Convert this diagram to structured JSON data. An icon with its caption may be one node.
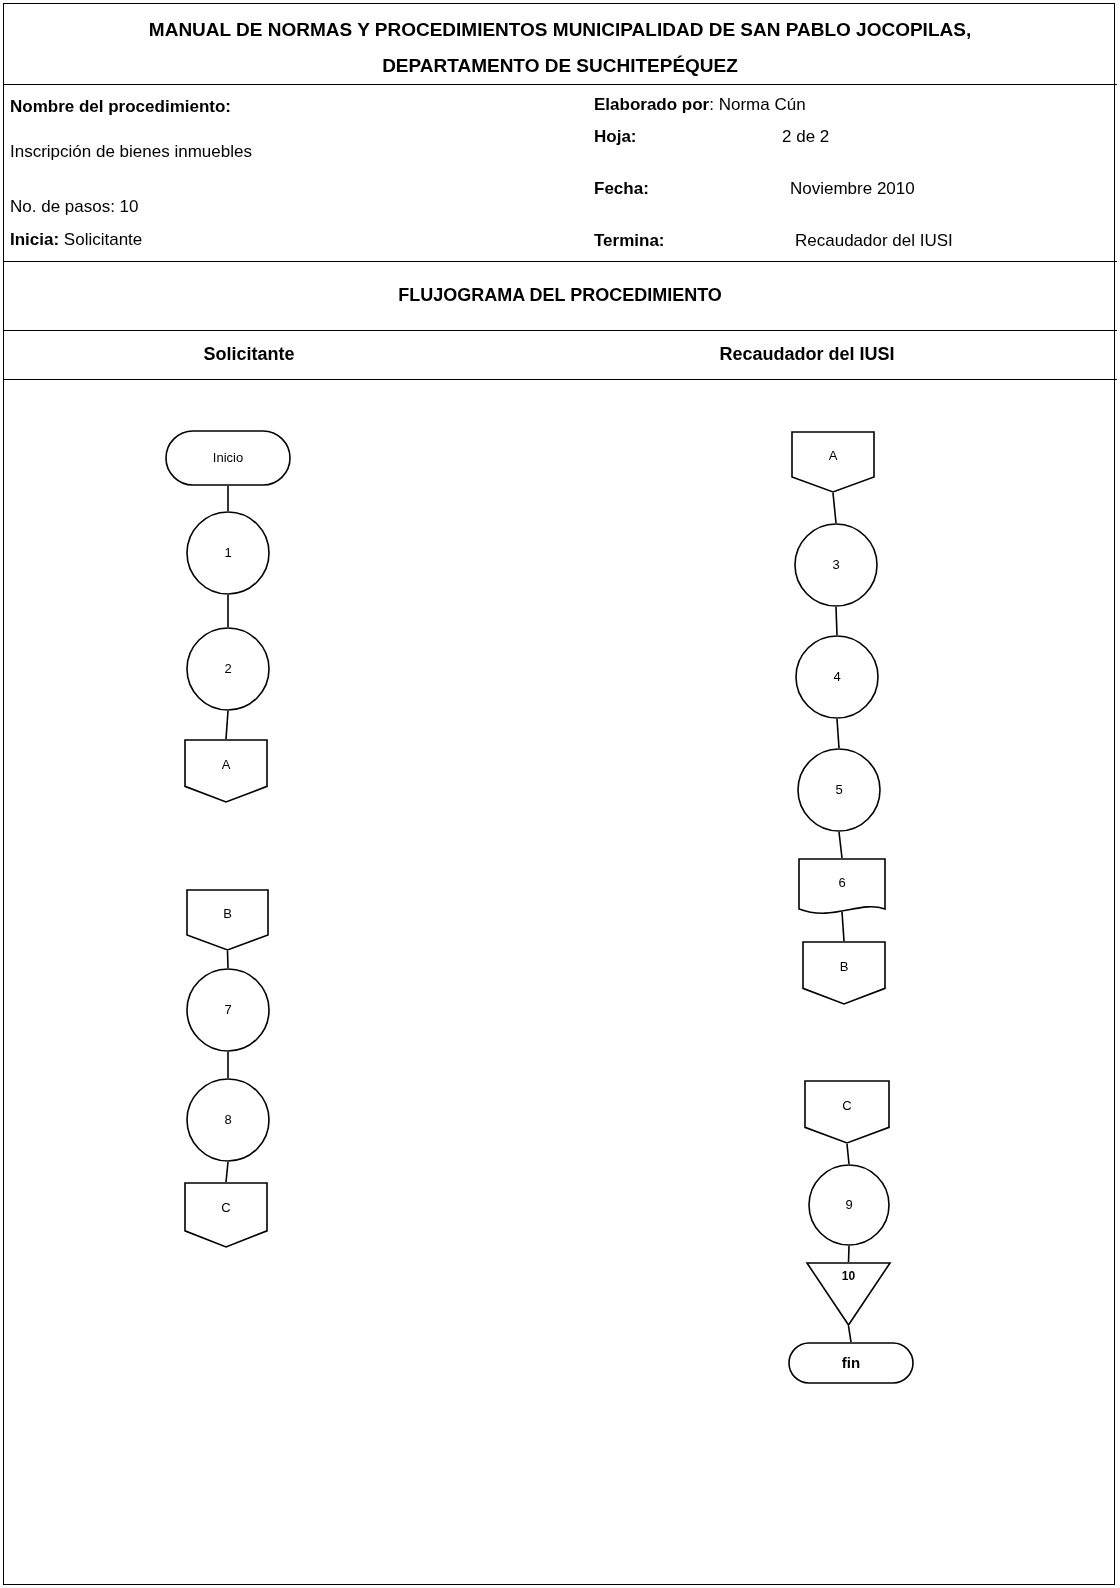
{
  "diagram": {
    "title": "MANUAL DE NORMAS Y PROCEDIMIENTOS  MUNICIPALIDAD DE SAN PABLO JOCOPILAS, DEPARTAMENTO DE SUCHITEPÉQUEZ",
    "nodes": [
      {
        "text": [
          "Inicio"
        ]
      },
      {
        "text": [
          "1"
        ]
      },
      {
        "text": [
          "2"
        ]
      },
      {
        "text": [
          "A"
        ]
      },
      {
        "text": [
          "B"
        ]
      },
      {
        "text": [
          "7"
        ]
      },
      {
        "text": [
          "8"
        ]
      },
      {
        "text": [
          "C"
        ]
      },
      {
        "text": [
          "A"
        ]
      },
      {
        "text": [
          "3"
        ]
      },
      {
        "text": [
          "4"
        ]
      },
      {
        "text": [
          "5"
        ]
      },
      {
        "text": [
          "6"
        ]
      },
      {
        "text": [
          "B"
        ]
      },
      {
        "text": [
          "C"
        ]
      },
      {
        "text": [
          "9"
        ]
      },
      {
        "text": [
          "10"
        ]
      },
      {
        "text": [
          "fin"
        ]
      }
    ],
    "edges": [
      {
        "from": 0,
        "to": 1,
        "arrow": "none"
      },
      {
        "from": 1,
        "to": 2,
        "arrow": "none"
      },
      {
        "from": 2,
        "to": 3,
        "arrow": "none"
      },
      {
        "from": 4,
        "to": 5,
        "arrow": "none"
      },
      {
        "from": 5,
        "to": 6,
        "arrow": "none"
      },
      {
        "from": 6,
        "to": 7,
        "arrow": "none"
      },
      {
        "from": 8,
        "to": 9,
        "arrow": "none"
      },
      {
        "from": 9,
        "to": 10,
        "arrow": "none"
      },
      {
        "from": 10,
        "to": 11,
        "arrow": "none"
      },
      {
        "from": 11,
        "to": 12,
        "arrow": "none"
      },
      {
        "from": 12,
        "to": 13,
        "arrow": "none"
      },
      {
        "from": 14,
        "to": 15,
        "arrow": "none"
      },
      {
        "from": 15,
        "to": 16,
        "arrow": "none"
      },
      {
        "from": 16,
        "to": 17,
        "arrow": "none"
      }
    ],
    "labels": [
      "Nombre del procedimiento:",
      "**Elaborado por**: Norma Cún",
      "Inscripción de bienes inmuebles",
      "Hoja:",
      "2 de 2",
      "Fecha:",
      "Noviembre 2010",
      "No. de pasos: 10",
      "**Inicia:** Solicitante",
      "Termina:",
      "Recaudador del IUSI",
      "FLUJOGRAMA DEL PROCEDIMIENTO",
      "Solicitante",
      "Recaudador del IUSI"
    ]
  }
}
